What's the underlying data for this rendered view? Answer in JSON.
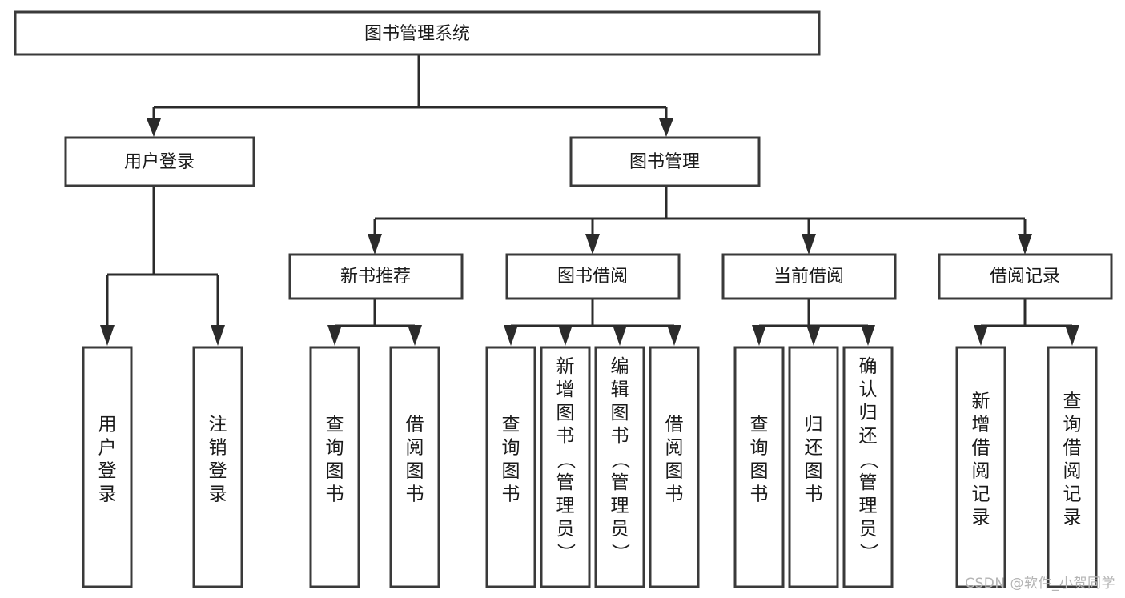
{
  "diagram": {
    "type": "tree-hierarchy",
    "title": "图书管理系统",
    "watermark": "CSDN @软件_小贺同学",
    "colors": {
      "box_stroke": "#3a3a3a",
      "connector": "#2b2b2b",
      "background": "#ffffff",
      "text": "#1a1a1a",
      "watermark": "#b4b4b4"
    },
    "levels": {
      "level1": [
        {
          "id": "root",
          "label": "图书管理系统"
        }
      ],
      "level2": [
        {
          "id": "user-login",
          "label": "用户登录"
        },
        {
          "id": "book-manage",
          "label": "图书管理"
        }
      ],
      "level3": [
        {
          "id": "new-book-recommend",
          "label": "新书推荐",
          "parent": "book-manage"
        },
        {
          "id": "book-borrow",
          "label": "图书借阅",
          "parent": "book-manage"
        },
        {
          "id": "current-borrow",
          "label": "当前借阅",
          "parent": "book-manage"
        },
        {
          "id": "borrow-record",
          "label": "借阅记录",
          "parent": "book-manage"
        }
      ],
      "leaves": [
        {
          "id": "leaf-user-login",
          "label": "用户登录",
          "parent": "user-login"
        },
        {
          "id": "leaf-logout",
          "label": "注销登录",
          "parent": "user-login"
        },
        {
          "id": "leaf-query-book-1",
          "label": "查询图书",
          "parent": "new-book-recommend"
        },
        {
          "id": "leaf-borrow-book-1",
          "label": "借阅图书",
          "parent": "new-book-recommend"
        },
        {
          "id": "leaf-query-book-2",
          "label": "查询图书",
          "parent": "book-borrow"
        },
        {
          "id": "leaf-add-book",
          "label": "新增图书（管理员）",
          "parent": "book-borrow"
        },
        {
          "id": "leaf-edit-book",
          "label": "编辑图书（管理员）",
          "parent": "book-borrow"
        },
        {
          "id": "leaf-borrow-book-2",
          "label": "借阅图书",
          "parent": "book-borrow"
        },
        {
          "id": "leaf-query-book-3",
          "label": "查询图书",
          "parent": "current-borrow"
        },
        {
          "id": "leaf-return-book",
          "label": "归还图书",
          "parent": "current-borrow"
        },
        {
          "id": "leaf-confirm-return",
          "label": "确认归还（管理员）",
          "parent": "current-borrow"
        },
        {
          "id": "leaf-add-record",
          "label": "新增借阅记录",
          "parent": "borrow-record"
        },
        {
          "id": "leaf-query-record",
          "label": "查询借阅记录",
          "parent": "borrow-record"
        }
      ]
    }
  }
}
